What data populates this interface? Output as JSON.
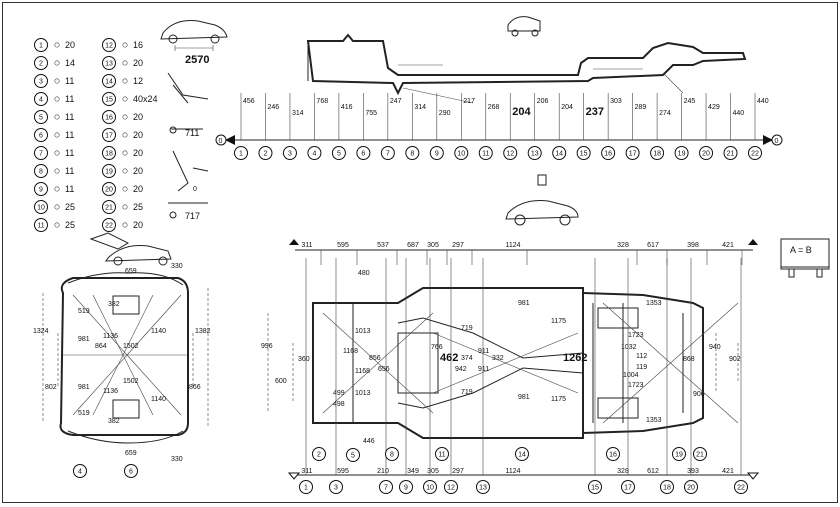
{
  "legend": [
    {
      "n": "1",
      "size": "20"
    },
    {
      "n": "2",
      "size": "14"
    },
    {
      "n": "3",
      "size": "11"
    },
    {
      "n": "4",
      "size": "11"
    },
    {
      "n": "5",
      "size": "11"
    },
    {
      "n": "6",
      "size": "11"
    },
    {
      "n": "7",
      "size": "11"
    },
    {
      "n": "8",
      "size": "11"
    },
    {
      "n": "9",
      "size": "11"
    },
    {
      "n": "10",
      "size": "25"
    },
    {
      "n": "11",
      "size": "25"
    },
    {
      "n": "12",
      "size": "16"
    },
    {
      "n": "13",
      "size": "20"
    },
    {
      "n": "14",
      "size": "12"
    },
    {
      "n": "15",
      "size": "40x24"
    },
    {
      "n": "16",
      "size": "20"
    },
    {
      "n": "17",
      "size": "20"
    },
    {
      "n": "18",
      "size": "20"
    },
    {
      "n": "19",
      "size": "20"
    },
    {
      "n": "20",
      "size": "20"
    },
    {
      "n": "21",
      "size": "25"
    },
    {
      "n": "22",
      "size": "20"
    }
  ],
  "side_view": {
    "car_dim": "2570",
    "mark_711": "711",
    "mark_717": "717",
    "angle_zero": "0",
    "end_label": "0",
    "heights": [
      "456",
      "246",
      "314",
      "768",
      "416",
      "755",
      "247",
      "314",
      "290",
      "217",
      "268",
      "204",
      "206",
      "204",
      "237",
      "303",
      "289",
      "274",
      "245",
      "429",
      "440",
      "440"
    ],
    "points": [
      "1",
      "2",
      "3",
      "4",
      "5",
      "6",
      "7",
      "8",
      "9",
      "10",
      "11",
      "12",
      "13",
      "14",
      "15",
      "16",
      "17",
      "18",
      "19",
      "20",
      "21",
      "22"
    ]
  },
  "top_view": {
    "top_dims": [
      "311",
      "595",
      "537",
      "687",
      "305",
      "297",
      "1124",
      "328",
      "617",
      "398",
      "421"
    ],
    "bottom_dims": [
      "311",
      "595",
      "210",
      "349",
      "305",
      "297",
      "1124",
      "328",
      "612",
      "393",
      "421"
    ],
    "inner_dims": [
      "480",
      "996",
      "360",
      "600",
      "1013",
      "1168",
      "856",
      "656",
      "1168",
      "1013",
      "499",
      "498",
      "446",
      "766",
      "462",
      "942",
      "374",
      "911",
      "911",
      "332",
      "719",
      "719",
      "981",
      "981",
      "1175",
      "1175",
      "1262",
      "1032",
      "1004",
      "112",
      "119",
      "1723",
      "1723",
      "868",
      "940",
      "902",
      "906",
      "1353",
      "1353"
    ],
    "bottom_points": [
      "1",
      "3",
      "7",
      "9",
      "10",
      "12",
      "13",
      "15",
      "17",
      "18",
      "20",
      "22"
    ],
    "callouts": [
      "2",
      "5",
      "8",
      "11",
      "14",
      "16",
      "19",
      "21"
    ]
  },
  "front_view": {
    "dims": [
      "659",
      "330",
      "1324",
      "382",
      "519",
      "981",
      "864",
      "1136",
      "1502",
      "1140",
      "1382",
      "802",
      "981",
      "1502",
      "1136",
      "866",
      "519",
      "382",
      "1140",
      "659",
      "330"
    ],
    "callouts": [
      "4",
      "6"
    ]
  },
  "equality": "A = B"
}
